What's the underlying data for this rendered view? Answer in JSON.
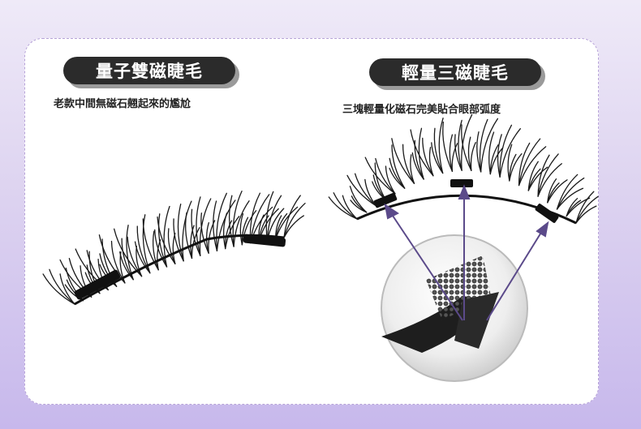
{
  "left_panel": {
    "title": "量子雙磁睫毛",
    "caption": "老款中間無磁石翹起來的尷尬"
  },
  "right_panel": {
    "title": "輕量三磁睫毛",
    "caption": "三塊輕量化磁石完美貼合眼部弧度"
  },
  "colors": {
    "accent_border": "#b7a3d8",
    "arrow": "#5b4a8a",
    "pill_bg": "#2b2b2b"
  }
}
